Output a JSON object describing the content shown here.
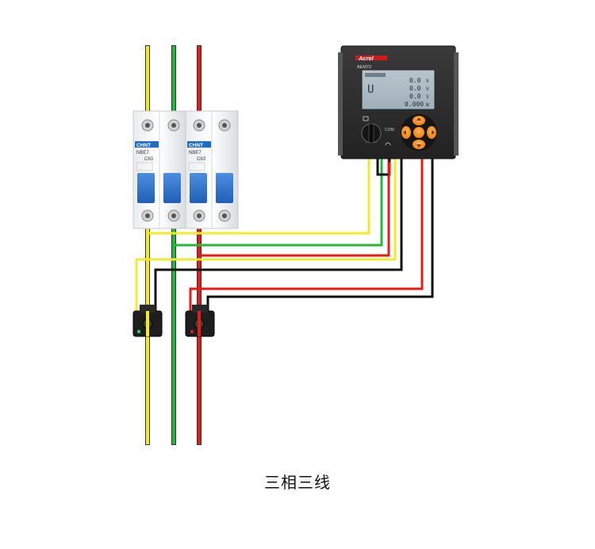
{
  "caption": "三相三线",
  "colors": {
    "phase_a": "#f2ea2a",
    "phase_b": "#22b83a",
    "phase_c": "#e41b17",
    "neutral": "#111111"
  },
  "breakers": [
    {
      "brand": "CHNT",
      "model": "NBE7",
      "rating": "C63"
    },
    {
      "brand": "CHNT",
      "model": "NBE7",
      "rating": "C63"
    }
  ],
  "meter": {
    "brand": "Acrel",
    "model": "AEM72",
    "lcd_lines": [
      "0.0",
      "0.0",
      "0.0",
      "0.000"
    ],
    "lcd_units": [
      "V",
      "V",
      "V",
      "W"
    ],
    "com_label": "COM"
  }
}
